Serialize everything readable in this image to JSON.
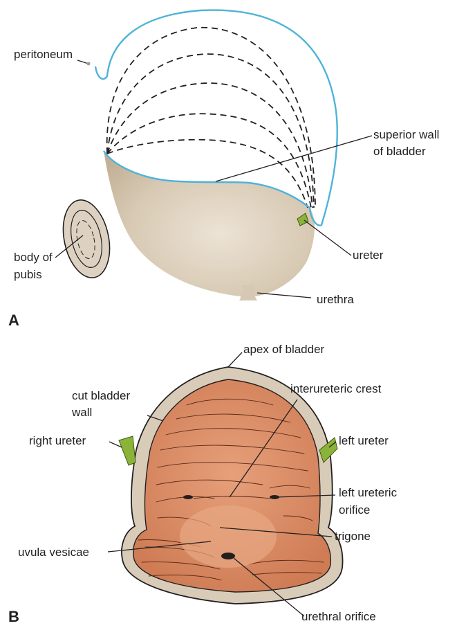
{
  "panel_a": {
    "letter": "A",
    "labels": {
      "peritoneum": "peritoneum",
      "superior_wall_1": "superior wall",
      "superior_wall_2": "of bladder",
      "ureter": "ureter",
      "body_of_pubis_1": "body of",
      "body_of_pubis_2": "pubis",
      "urethra": "urethra"
    },
    "colors": {
      "peritoneum": "#4fb3d9",
      "bladder": "#d9cbb6",
      "ureter": "#8bb33a"
    }
  },
  "panel_b": {
    "letter": "B",
    "labels": {
      "apex": "apex of bladder",
      "cut_wall_1": "cut bladder",
      "cut_wall_2": "wall",
      "interureteric_crest": "interureteric crest",
      "right_ureter": "right ureter",
      "left_ureter": "left ureter",
      "left_orifice_1": "left ureteric",
      "left_orifice_2": "orifice",
      "trigone": "trigone",
      "uvula": "uvula vesicae",
      "urethral_orifice": "urethral orifice"
    },
    "colors": {
      "mucosa": "#d98a63",
      "wall": "#d8ccb9",
      "ureter": "#8bb33a"
    }
  }
}
